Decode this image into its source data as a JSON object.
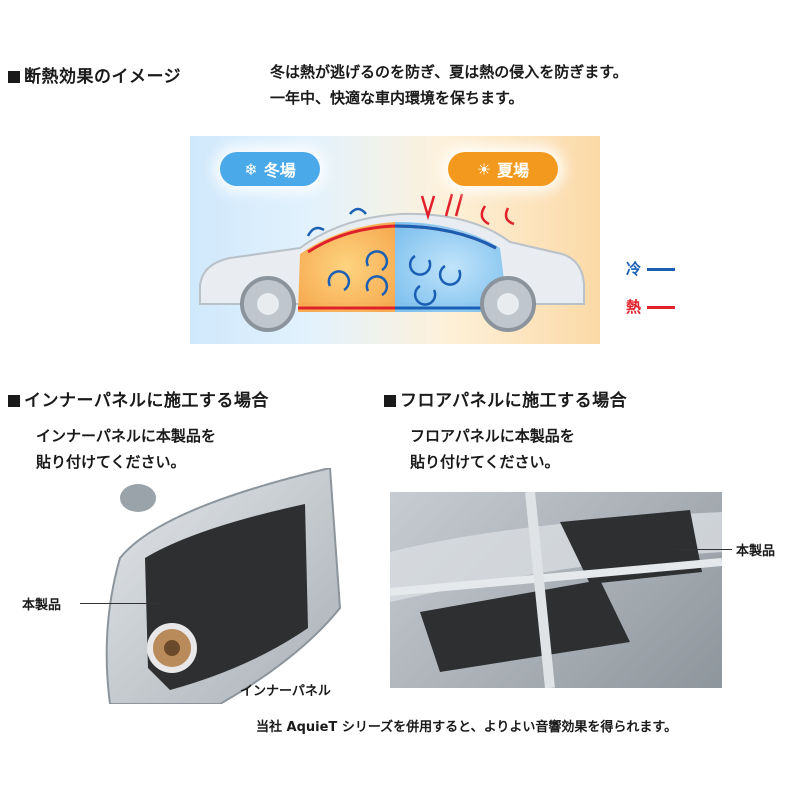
{
  "section1": {
    "title": "断熱効果のイメージ",
    "desc_line1": "冬は熱が逃げるのを防ぎ、夏は熱の侵入を防ぎます。",
    "desc_line2": "一年中、快適な車内環境を保ちます。"
  },
  "diagram": {
    "winter_label": "冬場",
    "summer_label": "夏場",
    "winter_icon": "snowflake-icon",
    "summer_icon": "sun-icon",
    "legend_cold": "冷",
    "legend_heat": "熱",
    "cold_color": "#1a5fb4",
    "heat_color": "#e0202a"
  },
  "section2": {
    "title": "インナーパネルに施工する場合",
    "desc_line1": "インナーパネルに本製品を",
    "desc_line2": "貼り付けてください。",
    "callout_product": "本製品",
    "callout_panel": "インナーパネル"
  },
  "section3": {
    "title": "フロアパネルに施工する場合",
    "desc_line1": "フロアパネルに本製品を",
    "desc_line2": "貼り付けてください。",
    "callout_product": "本製品"
  },
  "footer": {
    "note": "当社 AquieT シリーズを併用すると、よりよい音響効果を得られます。"
  }
}
